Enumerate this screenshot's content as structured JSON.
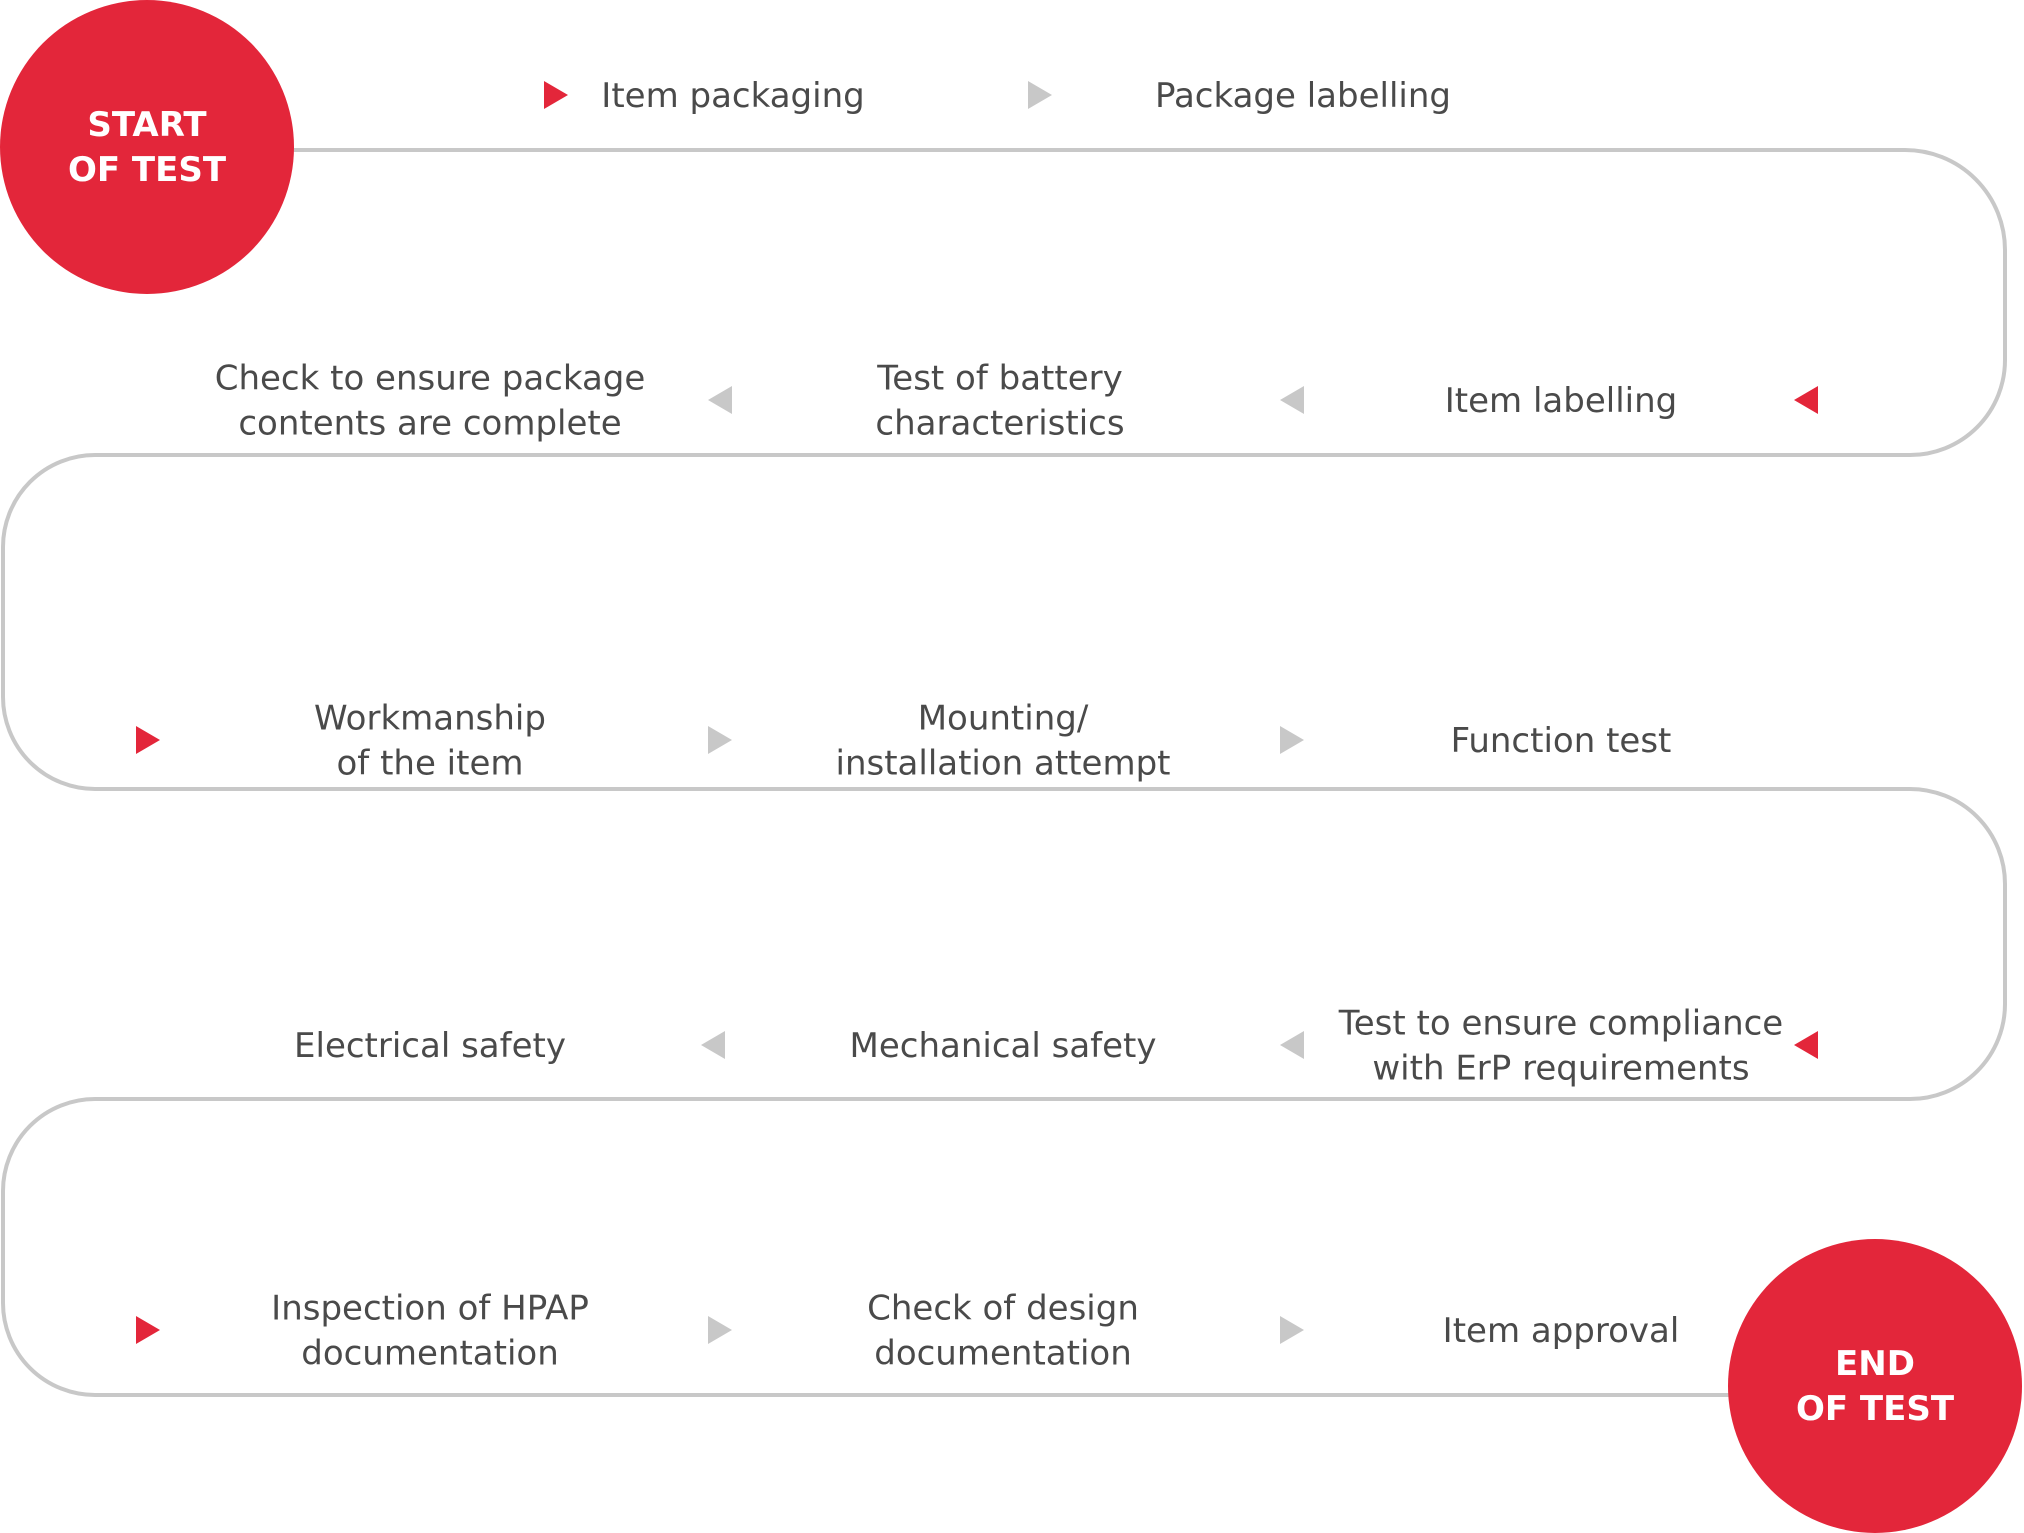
{
  "colors": {
    "accent": "#e3263a",
    "arrow_gray": "#c8c8c8",
    "path": "#c8c8c8",
    "text": "#4a4a4a",
    "terminal_text": "#ffffff"
  },
  "start": {
    "lines": [
      "START",
      "OF TEST"
    ]
  },
  "end": {
    "lines": [
      "END",
      "OF TEST"
    ]
  },
  "rows": [
    {
      "direction": "right",
      "steps": [
        {
          "lines": [
            "Item packaging"
          ]
        },
        {
          "lines": [
            "Package labelling"
          ]
        }
      ]
    },
    {
      "direction": "left",
      "steps": [
        {
          "lines": [
            "Item labelling"
          ]
        },
        {
          "lines": [
            "Test of battery",
            "characteristics"
          ]
        },
        {
          "lines": [
            "Check to ensure package",
            "contents are complete"
          ]
        }
      ]
    },
    {
      "direction": "right",
      "steps": [
        {
          "lines": [
            "Workmanship",
            "of the item"
          ]
        },
        {
          "lines": [
            "Mounting/",
            "installation attempt"
          ]
        },
        {
          "lines": [
            "Function test"
          ]
        }
      ]
    },
    {
      "direction": "left",
      "steps": [
        {
          "lines": [
            "Test to ensure compliance",
            "with ErP requirements"
          ]
        },
        {
          "lines": [
            "Mechanical safety"
          ]
        },
        {
          "lines": [
            "Electrical safety"
          ]
        }
      ]
    },
    {
      "direction": "right",
      "steps": [
        {
          "lines": [
            "Inspection of HPAP",
            "documentation"
          ]
        },
        {
          "lines": [
            "Check of design",
            "documentation"
          ]
        },
        {
          "lines": [
            "Item approval"
          ]
        }
      ]
    }
  ]
}
